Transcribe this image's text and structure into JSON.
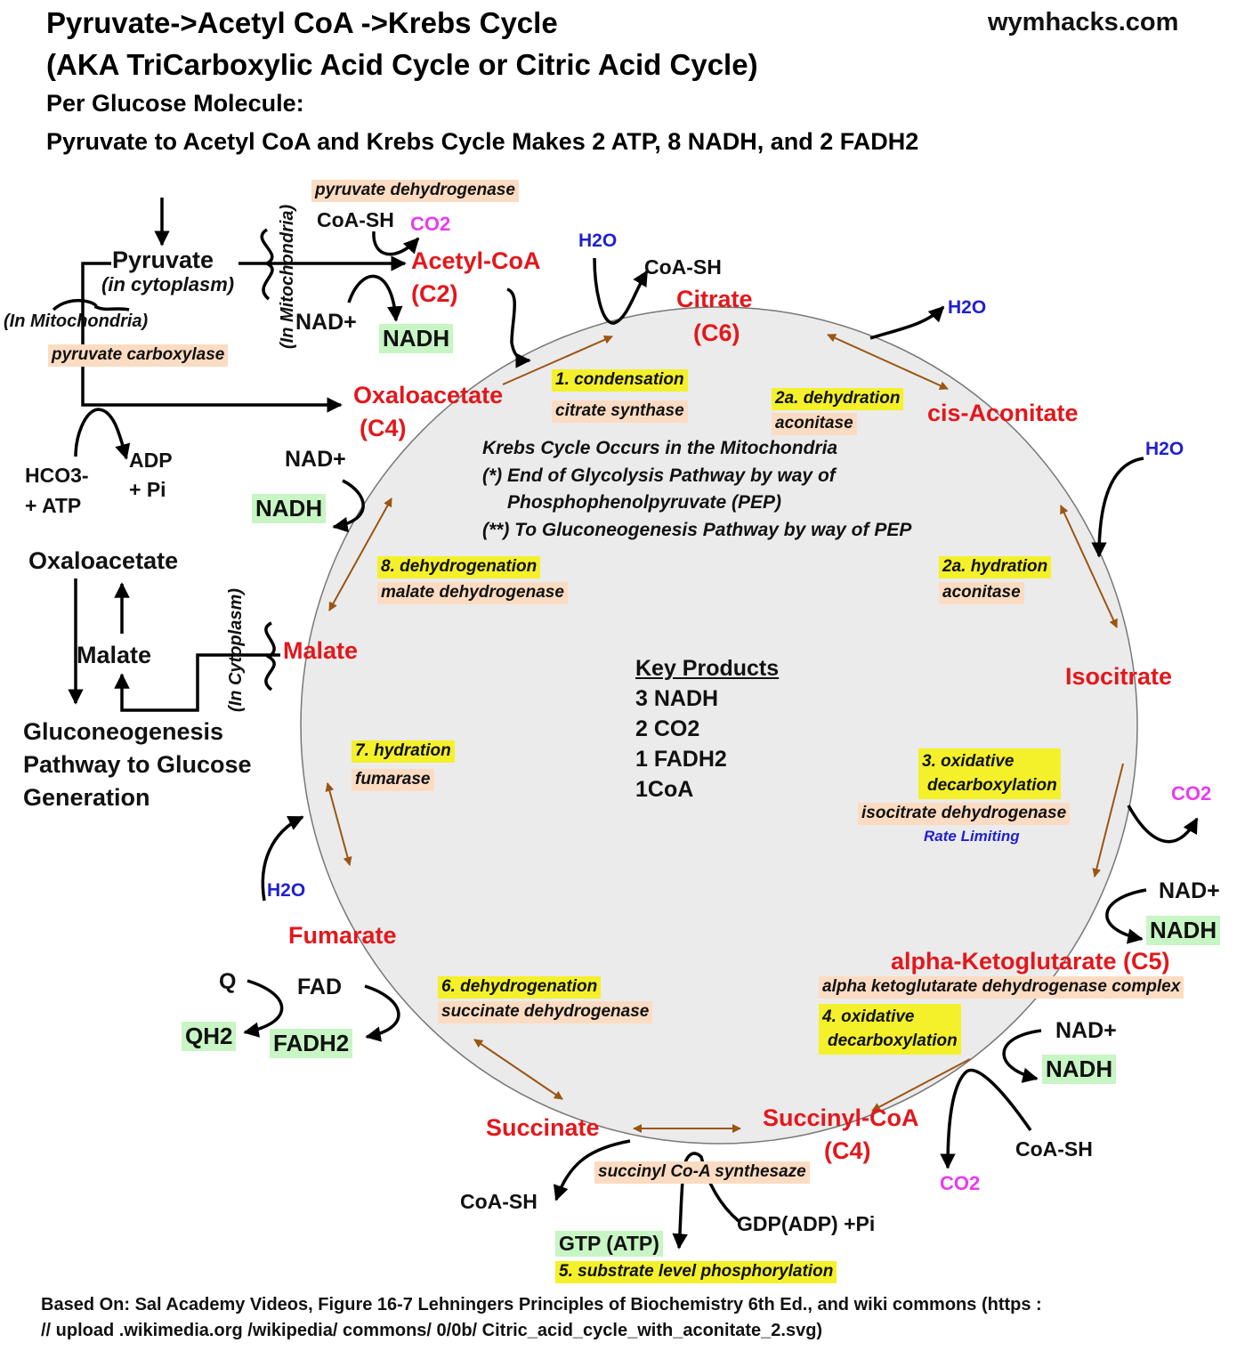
{
  "header": {
    "title_line1": "Pyruvate->Acetyl CoA ->Krebs Cycle",
    "title_line2": "(AKA TriCarboxylic Acid Cycle or Citric Acid Cycle)",
    "subtitle_line1": "Per Glucose Molecule:",
    "subtitle_line2": "Pyruvate to Acetyl CoA and Krebs Cycle Makes 2 ATP, 8 NADH, and 2 FADH2",
    "site": "wymhacks.com"
  },
  "metabolites": {
    "pyruvate": "Pyruvate",
    "pyruvate_loc": "(in cytoplasm)",
    "acetyl_coa": "Acetyl-CoA",
    "acetyl_coa_c": "(C2)",
    "citrate": "Citrate",
    "citrate_c": "(C6)",
    "cis_aconitate": "cis-Aconitate",
    "isocitrate": "Isocitrate",
    "alpha_kg": "alpha-Ketoglutarate (C5)",
    "succinyl_coa": "Succinyl-CoA",
    "succinyl_coa_c": "(C4)",
    "succinate": "Succinate",
    "fumarate": "Fumarate",
    "malate": "Malate",
    "oxaloacetate": "Oxaloacetate",
    "oxaloacetate_c": "(C4)"
  },
  "cofactors": {
    "h2o": "H2O",
    "co2": "CO2",
    "coa_sh": "CoA-SH",
    "nad_plus": "NAD+",
    "nadh": "NADH",
    "fad": "FAD",
    "fadh2": "FADH2",
    "q": "Q",
    "qh2": "QH2",
    "gdp": "GDP(ADP) +Pi",
    "gtp": "GTP (ATP)",
    "hco3": "HCO3-",
    "plus_atp": "+ ATP",
    "adp": "ADP",
    "plus_pi": "+ Pi"
  },
  "enzymes": {
    "pyruvate_dehydrogenase": "pyruvate dehydrogenase",
    "pyruvate_carboxylase": "pyruvate carboxylase",
    "citrate_synthase": "citrate synthase",
    "aconitase": "aconitase",
    "isocitrate_dehydrogenase": "isocitrate dehydrogenase",
    "rate_limiting": "Rate Limiting",
    "akg_dehydrogenase": "alpha ketoglutarate dehydrogenase complex",
    "succinyl_synthetase": "succinyl Co-A synthesaze",
    "succinate_dehydrogenase": "succinate dehydrogenase",
    "fumarase": "fumarase",
    "malate_dehydrogenase": "malate dehydrogenase"
  },
  "steps": {
    "s1": "1. condensation",
    "s2a_dehydration": "2a. dehydration",
    "s2a_hydration": "2a. hydration",
    "s3_line1": "3. oxidative",
    "s3_line2": "decarboxylation",
    "s4_line1": "4. oxidative",
    "s4_line2": "decarboxylation",
    "s5": "5. substrate level phosphorylation",
    "s6": "6. dehydrogenation",
    "s7": "7. hydration",
    "s8": "8. dehydrogenation"
  },
  "locations": {
    "in_mitochondria": "(In Mitochondria)",
    "in_mitochondria_vertical": "(In Mitochondria)",
    "in_cytoplasm_vertical": "(In Cytoplasm)"
  },
  "gluconeogenesis": {
    "oxaloacetate": "Oxaloacetate",
    "malate": "Malate",
    "line1": "Gluconeogenesis",
    "line2": "Pathway to Glucose",
    "line3": "Generation"
  },
  "center_notes": {
    "line1": "Krebs Cycle Occurs in the Mitochondria",
    "line2": "(*) End of Glycolysis Pathway by way of",
    "line3": "Phosphophenolpyruvate (PEP)",
    "line4": "(**) To Gluconeogenesis Pathway by way of PEP"
  },
  "key_products": {
    "title": "Key Products",
    "items": [
      "3 NADH",
      "2 CO2",
      "1 FADH2",
      "1CoA"
    ]
  },
  "footer": {
    "line1": "Based On: Sal Academy Videos, Figure 16-7 Lehningers Principles of Biochemistry 6th Ed., and wiki commons  (https :",
    "line2": "// upload .wikimedia.org /wikipedia/ commons/ 0/0b/ Citric_acid_cycle_with_aconitate_2.svg)"
  },
  "colors": {
    "metabolite": "#e3171b",
    "water": "#1f1fd0",
    "co2": "#e83cf0",
    "enzyme_bg": "#fbdcc2",
    "step_bg": "#f4f12a",
    "product_bg": "#c8f5c4",
    "cycle_arrow": "#9b5512",
    "circle_fill": "#ebebeb"
  }
}
